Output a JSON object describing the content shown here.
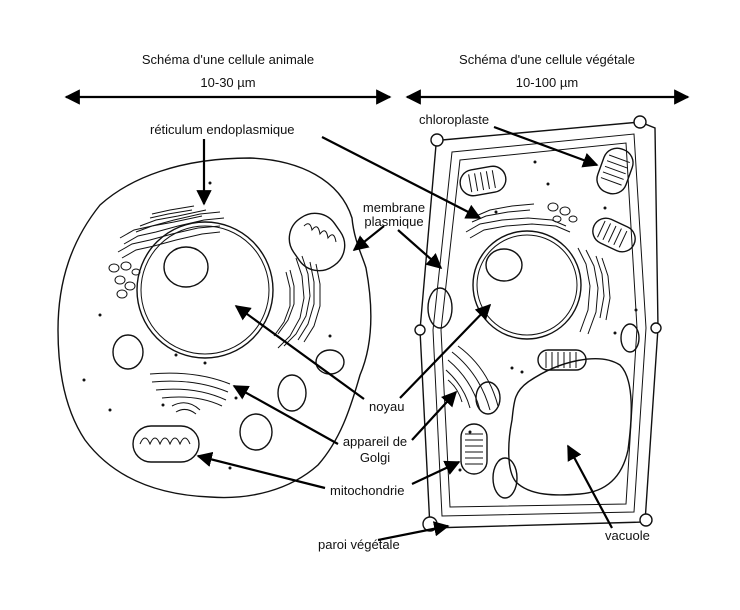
{
  "headers": {
    "animal_title": "Schéma d'une cellule animale",
    "animal_size": "10-30 µm",
    "plant_title": "Schéma d'une cellule végétale",
    "plant_size": "10-100 µm"
  },
  "labels": {
    "reticulum": "réticulum endoplasmique",
    "chloroplaste": "chloroplaste",
    "membrane_line1": "membrane",
    "membrane_line2": "plasmique",
    "noyau": "noyau",
    "golgi_line1": "appareil de",
    "golgi_line2": "Golgi",
    "mitochondrie": "mitochondrie",
    "paroi": "paroi végétale",
    "vacuole": "vacuole"
  },
  "colors": {
    "ink": "#111111",
    "background": "#ffffff"
  }
}
